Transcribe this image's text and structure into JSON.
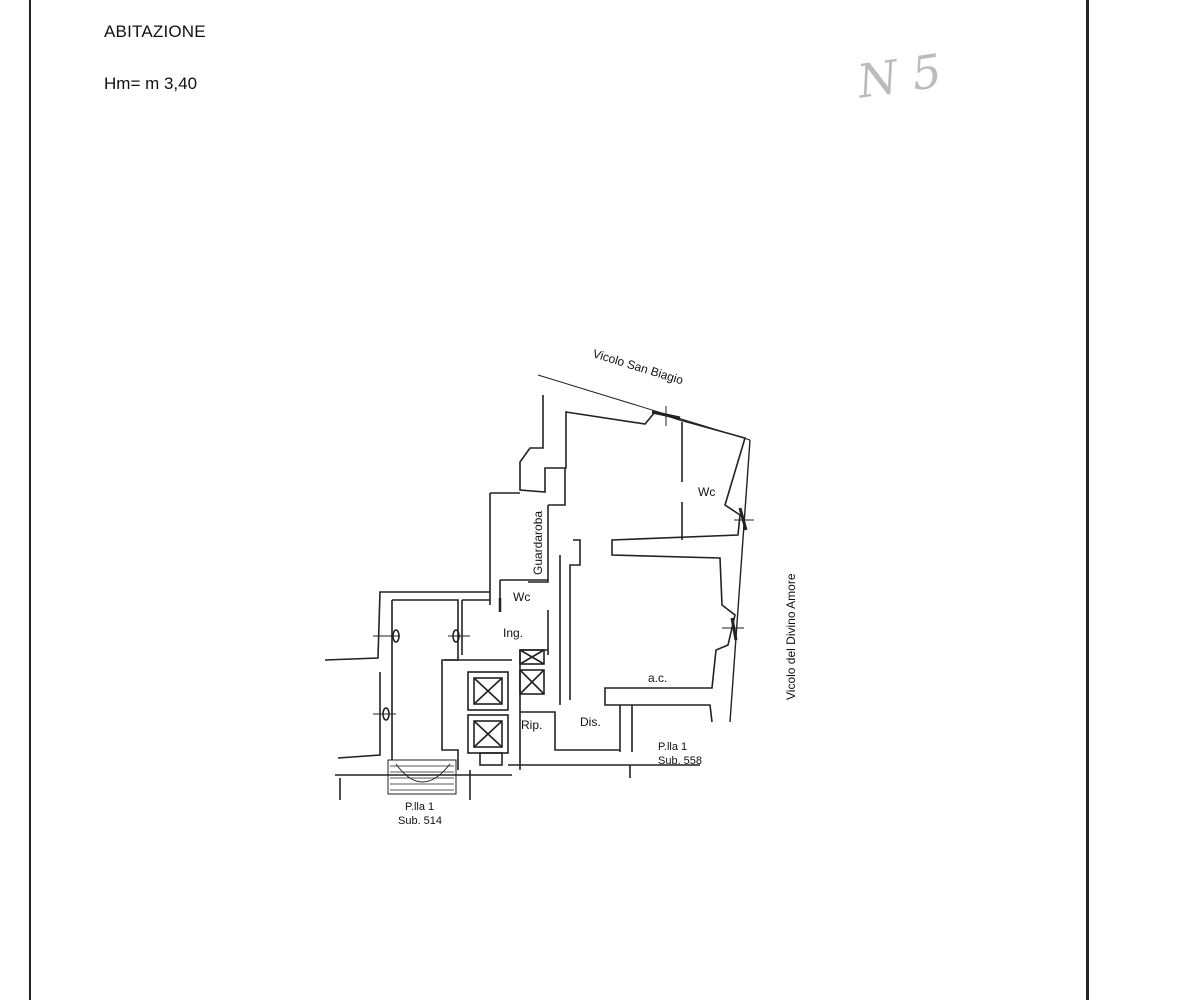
{
  "header": {
    "title": "ABITAZIONE",
    "height": "Hm= m 3,40",
    "stamp": "N 5"
  },
  "plan": {
    "streets": {
      "north": "Vicolo San Biagio",
      "east": "Vicolo del Divino Amore"
    },
    "rooms": {
      "wc_upper": "Wc",
      "wc_lower": "Wc",
      "guardaroba": "Guardaroba",
      "ingresso": "Ing.",
      "ac": "a.c.",
      "ripostiglio": "Rip.",
      "disimpegno": "Dis."
    },
    "parcels": {
      "sub558": {
        "line1": "P.lla 1",
        "line2": "Sub. 558"
      },
      "sub514": {
        "line1": "P.lla 1",
        "line2": "Sub. 514"
      }
    }
  }
}
